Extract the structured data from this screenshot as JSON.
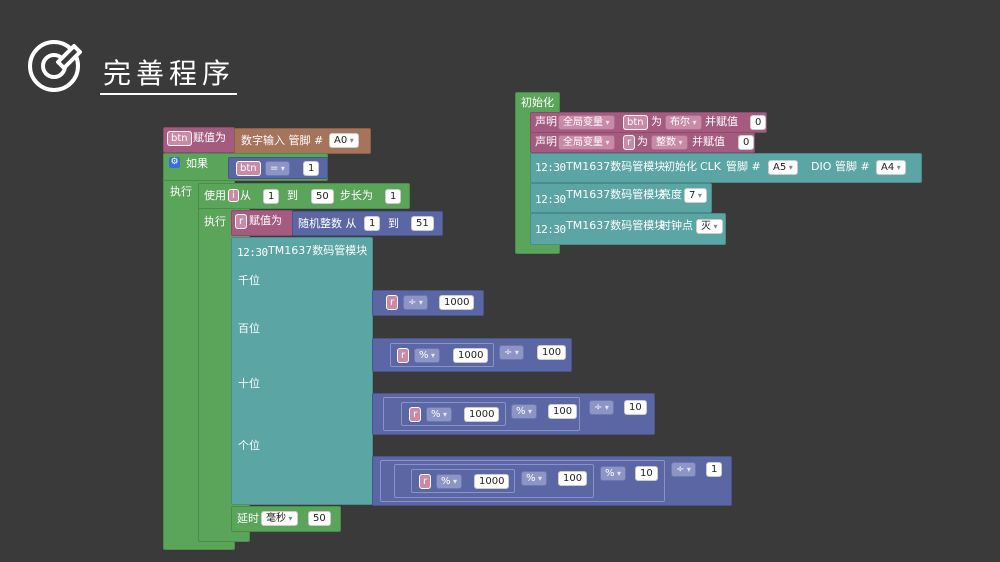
{
  "header": {
    "title": "完善程序"
  },
  "colors": {
    "logic": "#5ba55b",
    "variable": "#a55b80",
    "io": "#a5745b",
    "math": "#5b67a5",
    "display": "#5ba5a5",
    "background": "#3a3a3a"
  },
  "left_program": {
    "assign_btn": {
      "var": "btn",
      "label": "赋值为",
      "input_label": "数字输入 管脚 #",
      "pin": "A0"
    },
    "if_block": {
      "label": "如果",
      "var": "btn",
      "op": "=",
      "value": "1"
    },
    "exec_label": "执行",
    "for_loop": {
      "label_use": "使用",
      "var": "i",
      "from_label": "从",
      "from": "1",
      "to_label": "到",
      "to": "50",
      "step_label": "步长为",
      "step": "1",
      "exec_label": "执行"
    },
    "assign_r": {
      "var": "r",
      "label": "赋值为",
      "random_label": "随机整数 从",
      "from": "1",
      "to_label": "到",
      "to": "51"
    },
    "display": {
      "icon": "12:30",
      "label": "TM1637数码管模块",
      "thousands": {
        "label": "千位",
        "var": "r",
        "op": "÷",
        "value": "1000"
      },
      "hundreds": {
        "label": "百位",
        "var": "r",
        "op1": "%",
        "v1": "1000",
        "op2": "÷",
        "v2": "100"
      },
      "tens": {
        "label": "十位",
        "var": "r",
        "op1": "%",
        "v1": "1000",
        "op2": "%",
        "v2": "100",
        "op3": "÷",
        "v3": "10"
      },
      "ones": {
        "label": "个位",
        "var": "r",
        "op1": "%",
        "v1": "1000",
        "op2": "%",
        "v2": "100",
        "op3": "%",
        "v3": "10",
        "op4": "÷",
        "v4": "1"
      }
    },
    "delay": {
      "label": "延时",
      "unit": "毫秒",
      "value": "50"
    }
  },
  "init_program": {
    "label": "初始化",
    "decl1": {
      "declare": "声明",
      "scope": "全局变量",
      "var": "btn",
      "as": "为",
      "type": "布尔",
      "assign": "并赋值",
      "value": "0"
    },
    "decl2": {
      "declare": "声明",
      "scope": "全局变量",
      "var": "r",
      "as": "为",
      "type": "整数",
      "assign": "并赋值",
      "value": "0"
    },
    "tm_init": {
      "icon": "12:30",
      "label": "TM1637数码管模块",
      "init": "初始化",
      "clk": "CLK",
      "pin_label": "管脚 #",
      "clk_pin": "A5",
      "dio": "DIO",
      "dio_pin": "A4"
    },
    "tm_bright": {
      "icon": "12:30",
      "label": "TM1637数码管模块",
      "bright": "亮度",
      "value": "7"
    },
    "tm_colon": {
      "icon": "12:30",
      "label": "TM1637数码管模块",
      "colon": "时钟点",
      "value": "灭"
    }
  }
}
